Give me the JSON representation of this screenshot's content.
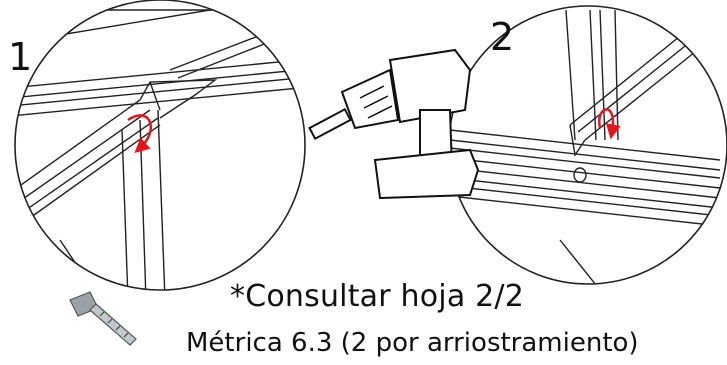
{
  "steps": {
    "step1": "1",
    "step2": "2"
  },
  "note": "*Consultar hoja 2/2",
  "screw_spec": "Métrica 6.3 (2 por arriostramiento)",
  "icons": [
    "drill-icon",
    "screw-icon",
    "rotate-arrow-icon"
  ],
  "colors": {
    "line": "#222222",
    "arrow": "#e4151b",
    "screw": "#9aa4a6"
  }
}
